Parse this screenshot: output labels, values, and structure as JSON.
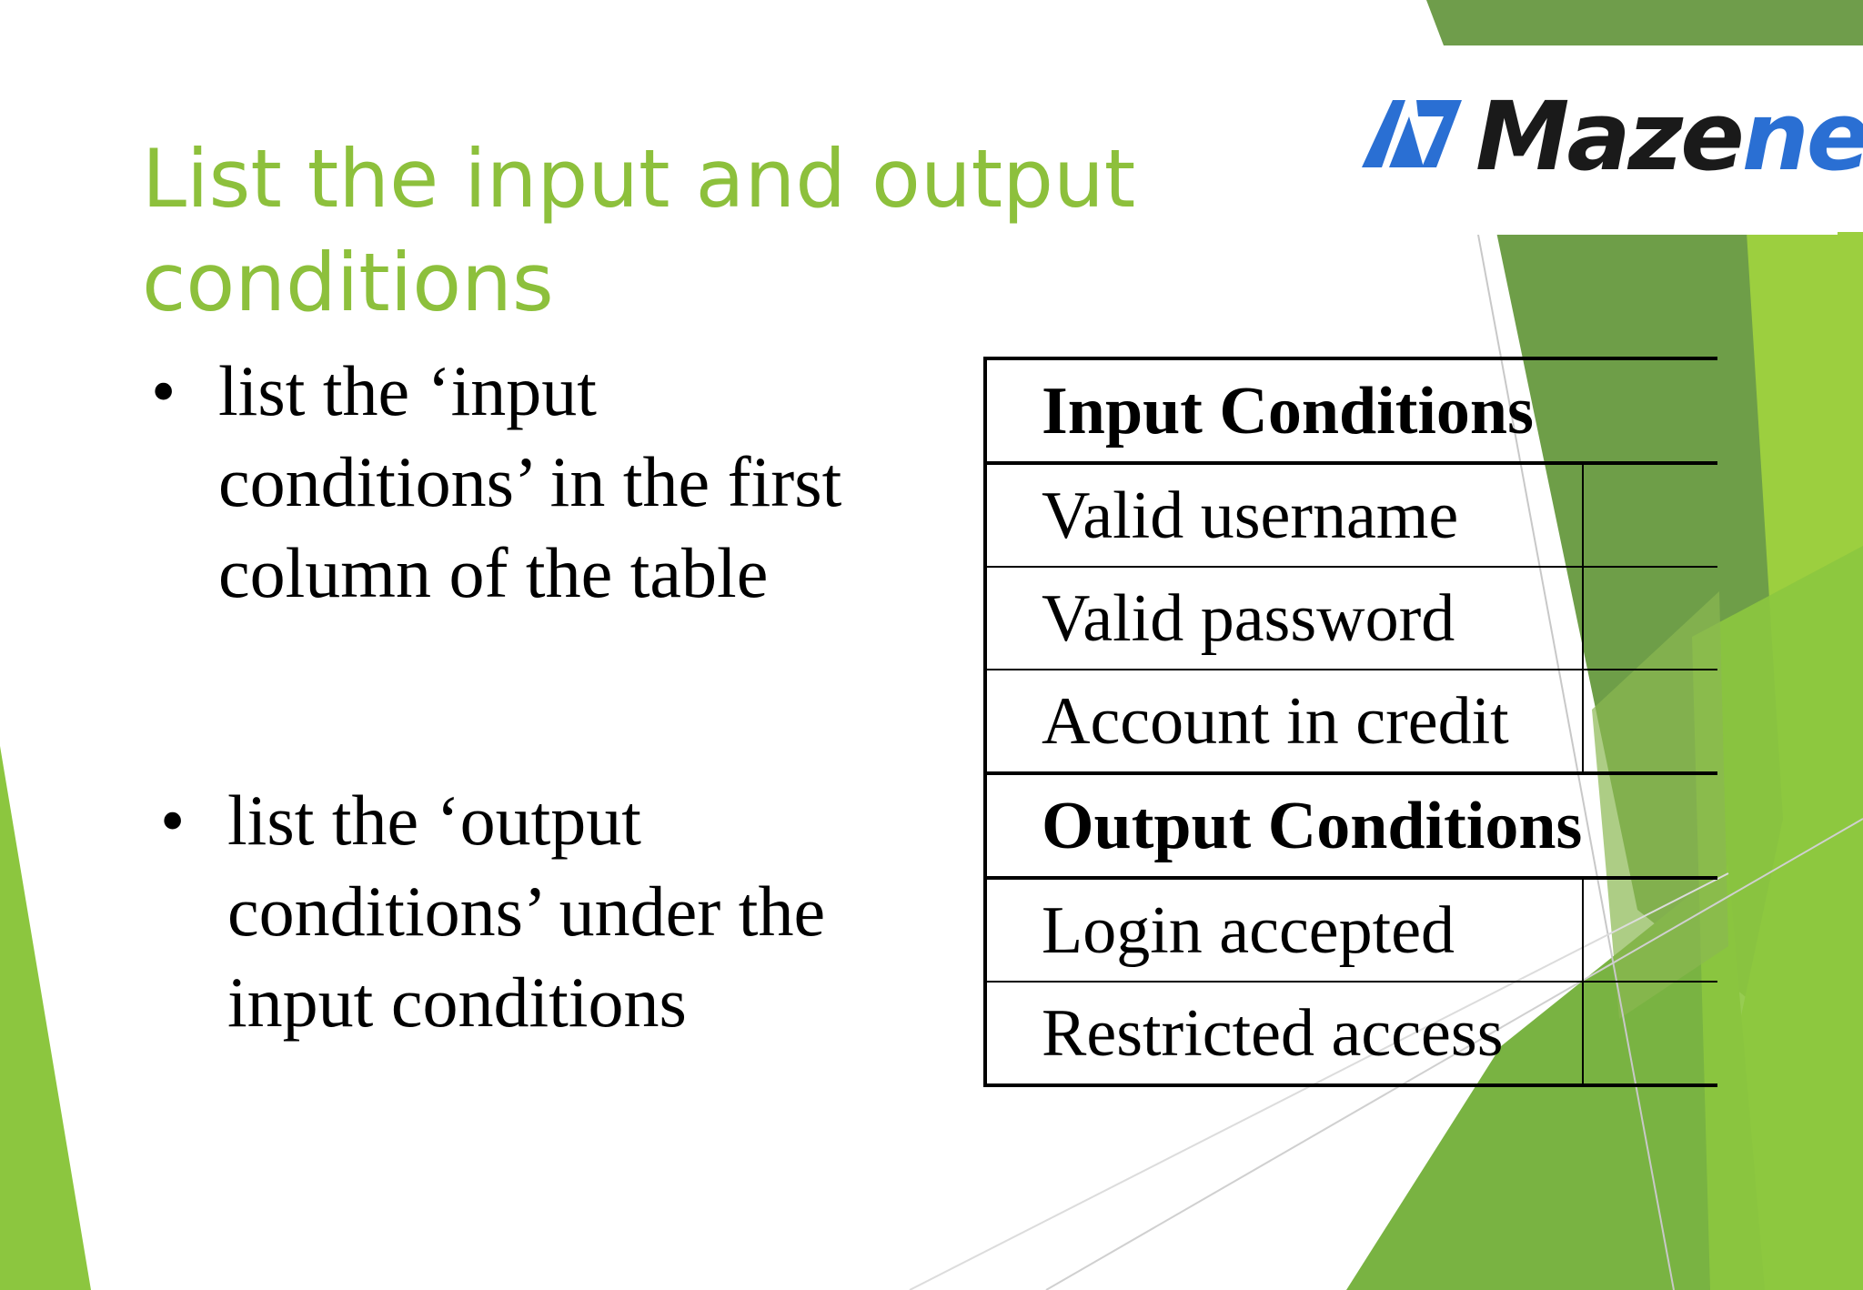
{
  "slide": {
    "title": "List the input and output conditions",
    "bullets": [
      {
        "marker": "•",
        "text": "list the ‘input conditions’ in the first column of the table"
      },
      {
        "marker": "•",
        "text": "list the ‘output conditions’ under the input conditions"
      }
    ],
    "table": {
      "input_heading": "Input Conditions",
      "input_rows": [
        "Valid username",
        "Valid password",
        "Account in credit"
      ],
      "output_heading": "Output Conditions",
      "output_rows": [
        "Login accepted",
        "Restricted access"
      ]
    },
    "logo": {
      "text_part1": "Maze",
      "text_part2": "net"
    }
  },
  "colors": {
    "title": "#8dc03c",
    "green_light": "#9bd040",
    "green_mid": "#79b342",
    "green_dark": "#5e8f3a",
    "logo_blue": "#2a6fd3"
  }
}
